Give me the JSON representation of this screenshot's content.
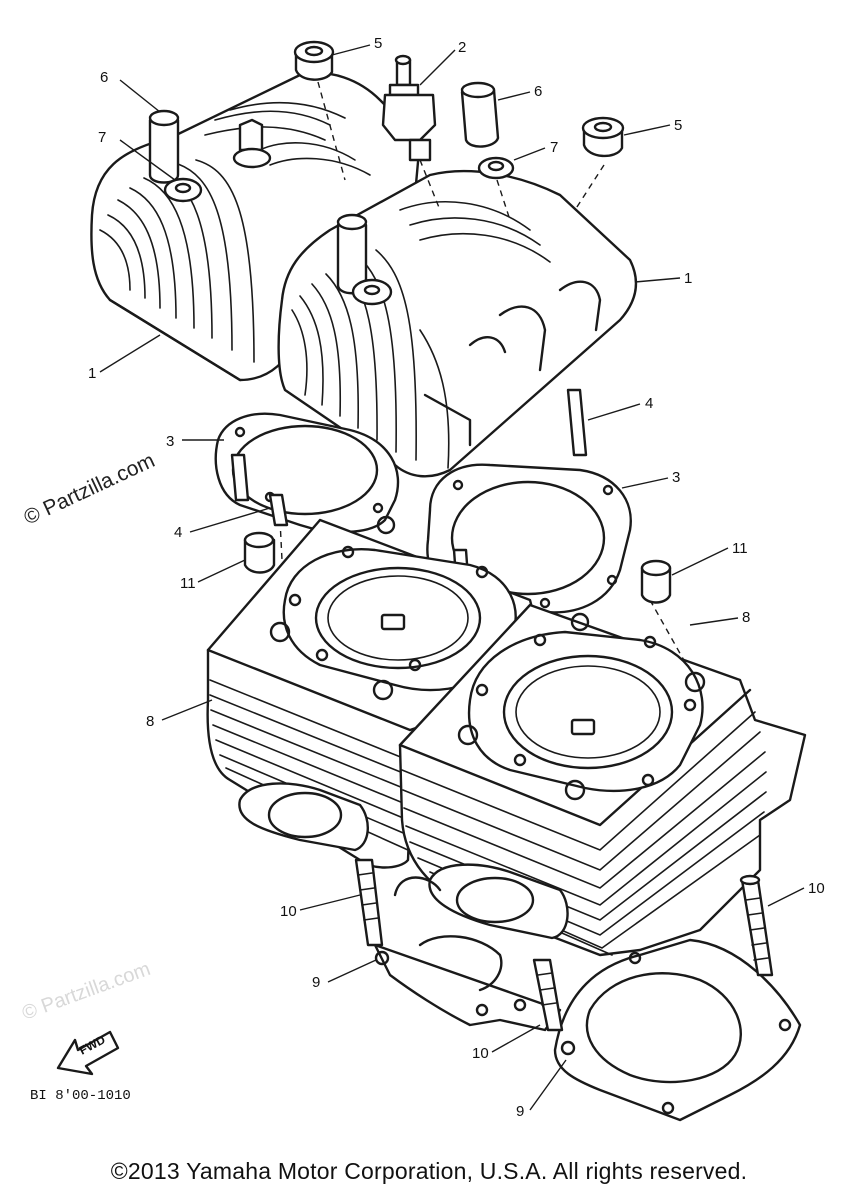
{
  "diagram": {
    "callouts": {
      "c1_left": "1",
      "c1_right": "1",
      "c2": "2",
      "c3_left": "3",
      "c3_right": "3",
      "c4_left": "4",
      "c4_right": "4",
      "c5_left": "5",
      "c5_right": "5",
      "c6_left": "6",
      "c6_right": "6",
      "c7_left": "7",
      "c7_right": "7",
      "c8_left": "8",
      "c8_right": "8",
      "c9_left": "9",
      "c9_right": "9",
      "c10_left": "10",
      "c10_mid": "10",
      "c10_right": "10",
      "c11_left": "11",
      "c11_right": "11"
    },
    "watermark": "© Partzilla.com",
    "fwd_label": "FWD",
    "diagram_code": "BI 8'00-1010"
  },
  "copyright": "©2013  Yamaha Motor Corporation, U.S.A. All rights reserved."
}
